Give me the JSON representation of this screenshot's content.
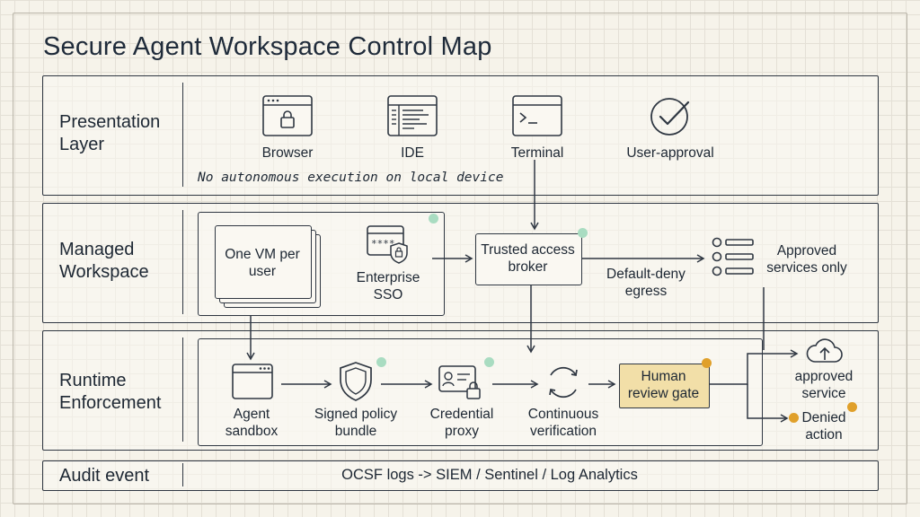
{
  "title": "Secure Agent Workspace Control Map",
  "layers": {
    "presentation": {
      "label": "Presentation Layer",
      "items": [
        "Browser",
        "IDE",
        "Terminal",
        "User-approval"
      ],
      "note": "No autonomous execution on local device"
    },
    "managed": {
      "label": "Managed Workspace",
      "vm": "One VM per user",
      "sso": "Enterprise SSO",
      "broker": "Trusted access broker",
      "egress": "Default-deny egress",
      "approved": "Approved services only"
    },
    "runtime": {
      "label": "Runtime Enforcement",
      "sandbox": "Agent sandbox",
      "policy": "Signed policy bundle",
      "proxy": "Credential proxy",
      "verify": "Continuous verification",
      "gate": "Human review gate",
      "approved_service": "approved service",
      "denied": "Denied action"
    },
    "audit": {
      "label": "Audit event",
      "text": "OCSF logs -> SIEM / Sentinel / Log Analytics"
    }
  },
  "colors": {
    "ink": "#2f3742",
    "accent_green": "#a9dcc1",
    "accent_orange": "#e0a02a",
    "gate_fill": "#f2dfa8",
    "paper": "#f6f3ea"
  },
  "icons": [
    "browser-lock-icon",
    "ide-code-icon",
    "terminal-icon",
    "check-circle-icon",
    "sso-card-lock-icon",
    "list-icon",
    "window-icon",
    "shield-icon",
    "id-card-lock-icon",
    "refresh-cycle-icon",
    "cloud-upload-icon"
  ]
}
